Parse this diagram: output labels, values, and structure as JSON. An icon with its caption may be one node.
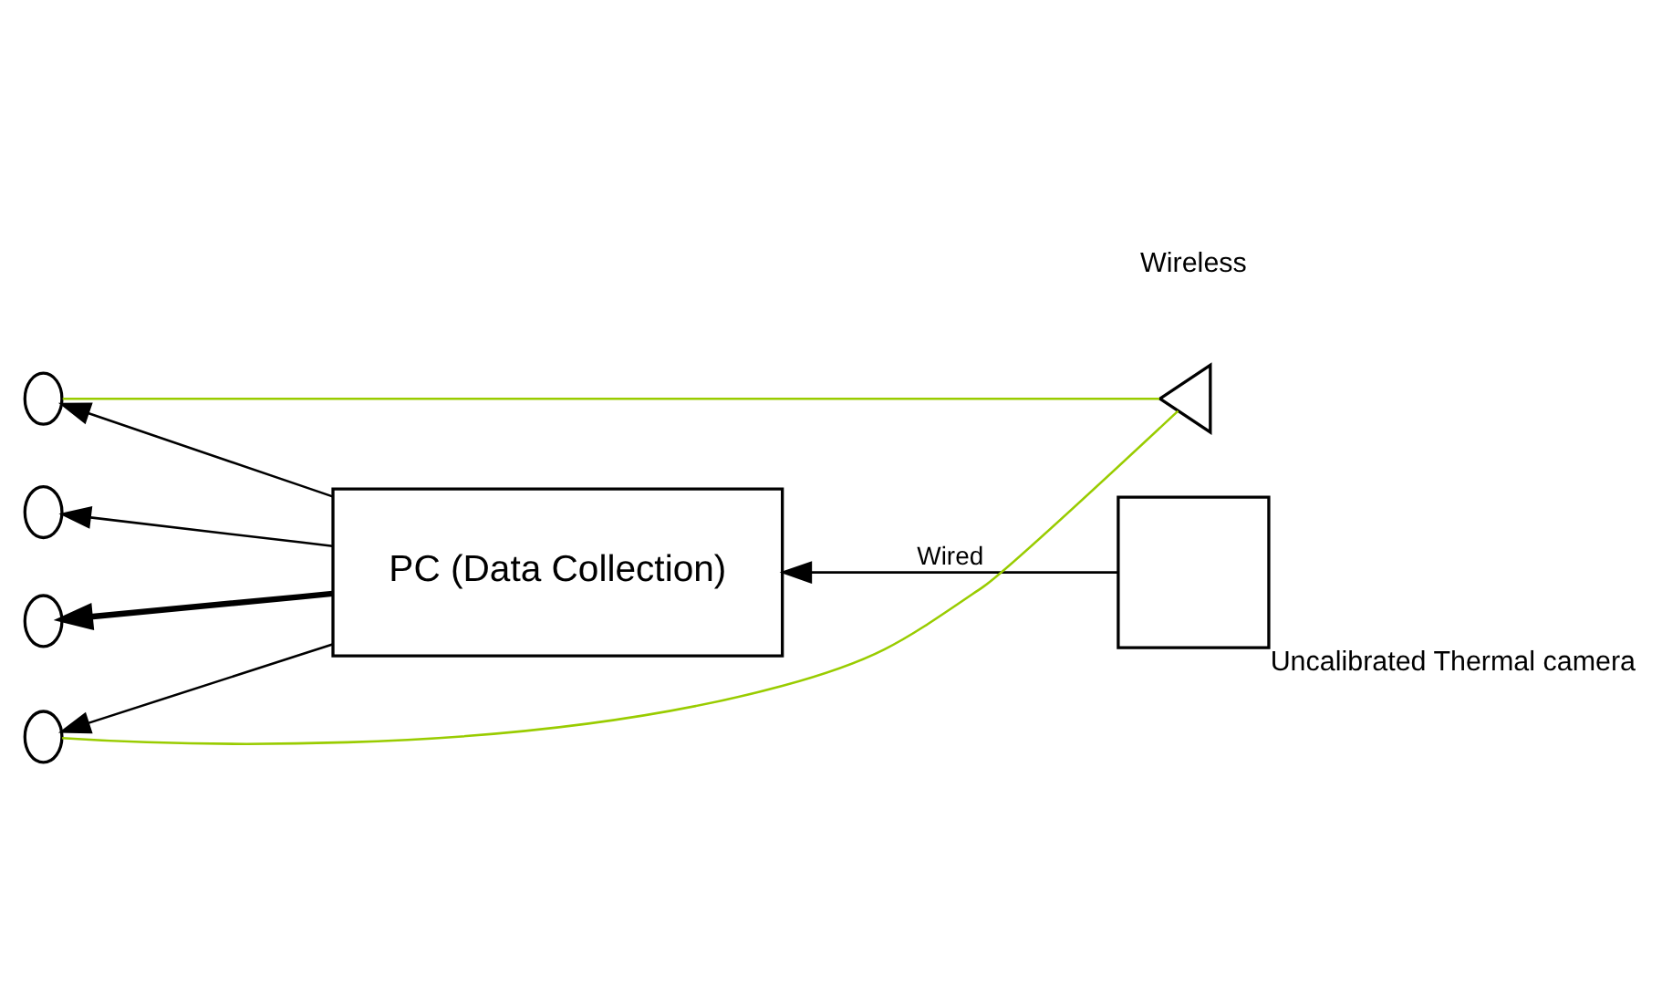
{
  "diagram": {
    "nodes": [
      {
        "text": [],
        "shape": "box",
        "beside": [
          "Uncalibrated Thermal camera"
        ]
      },
      {
        "text": [],
        "shape": "triangle"
      },
      {
        "text": [],
        "shape": "circle"
      },
      {
        "text": [],
        "shape": "circle"
      },
      {
        "text": [],
        "shape": "circle"
      },
      {
        "text": [],
        "shape": "circle"
      },
      {
        "text": [
          "PC (Data Collection)"
        ]
      }
    ],
    "edges": [
      {
        "from": 1,
        "to": 2,
        "arrow": "none",
        "color": "#99cc00"
      },
      {
        "from": 1,
        "to": 5,
        "arrow": "none",
        "color": "#99cc00"
      },
      {
        "from": 6,
        "to": 2,
        "arrow": "to"
      },
      {
        "from": 6,
        "to": 3,
        "arrow": "to"
      },
      {
        "from": 6,
        "to": 4,
        "arrow": "to",
        "style": "thick"
      },
      {
        "from": 6,
        "to": 5,
        "arrow": "to"
      },
      {
        "from": 0,
        "to": 6,
        "arrow": "to",
        "label": "Wired"
      }
    ],
    "labels": [
      "Wireless"
    ]
  }
}
